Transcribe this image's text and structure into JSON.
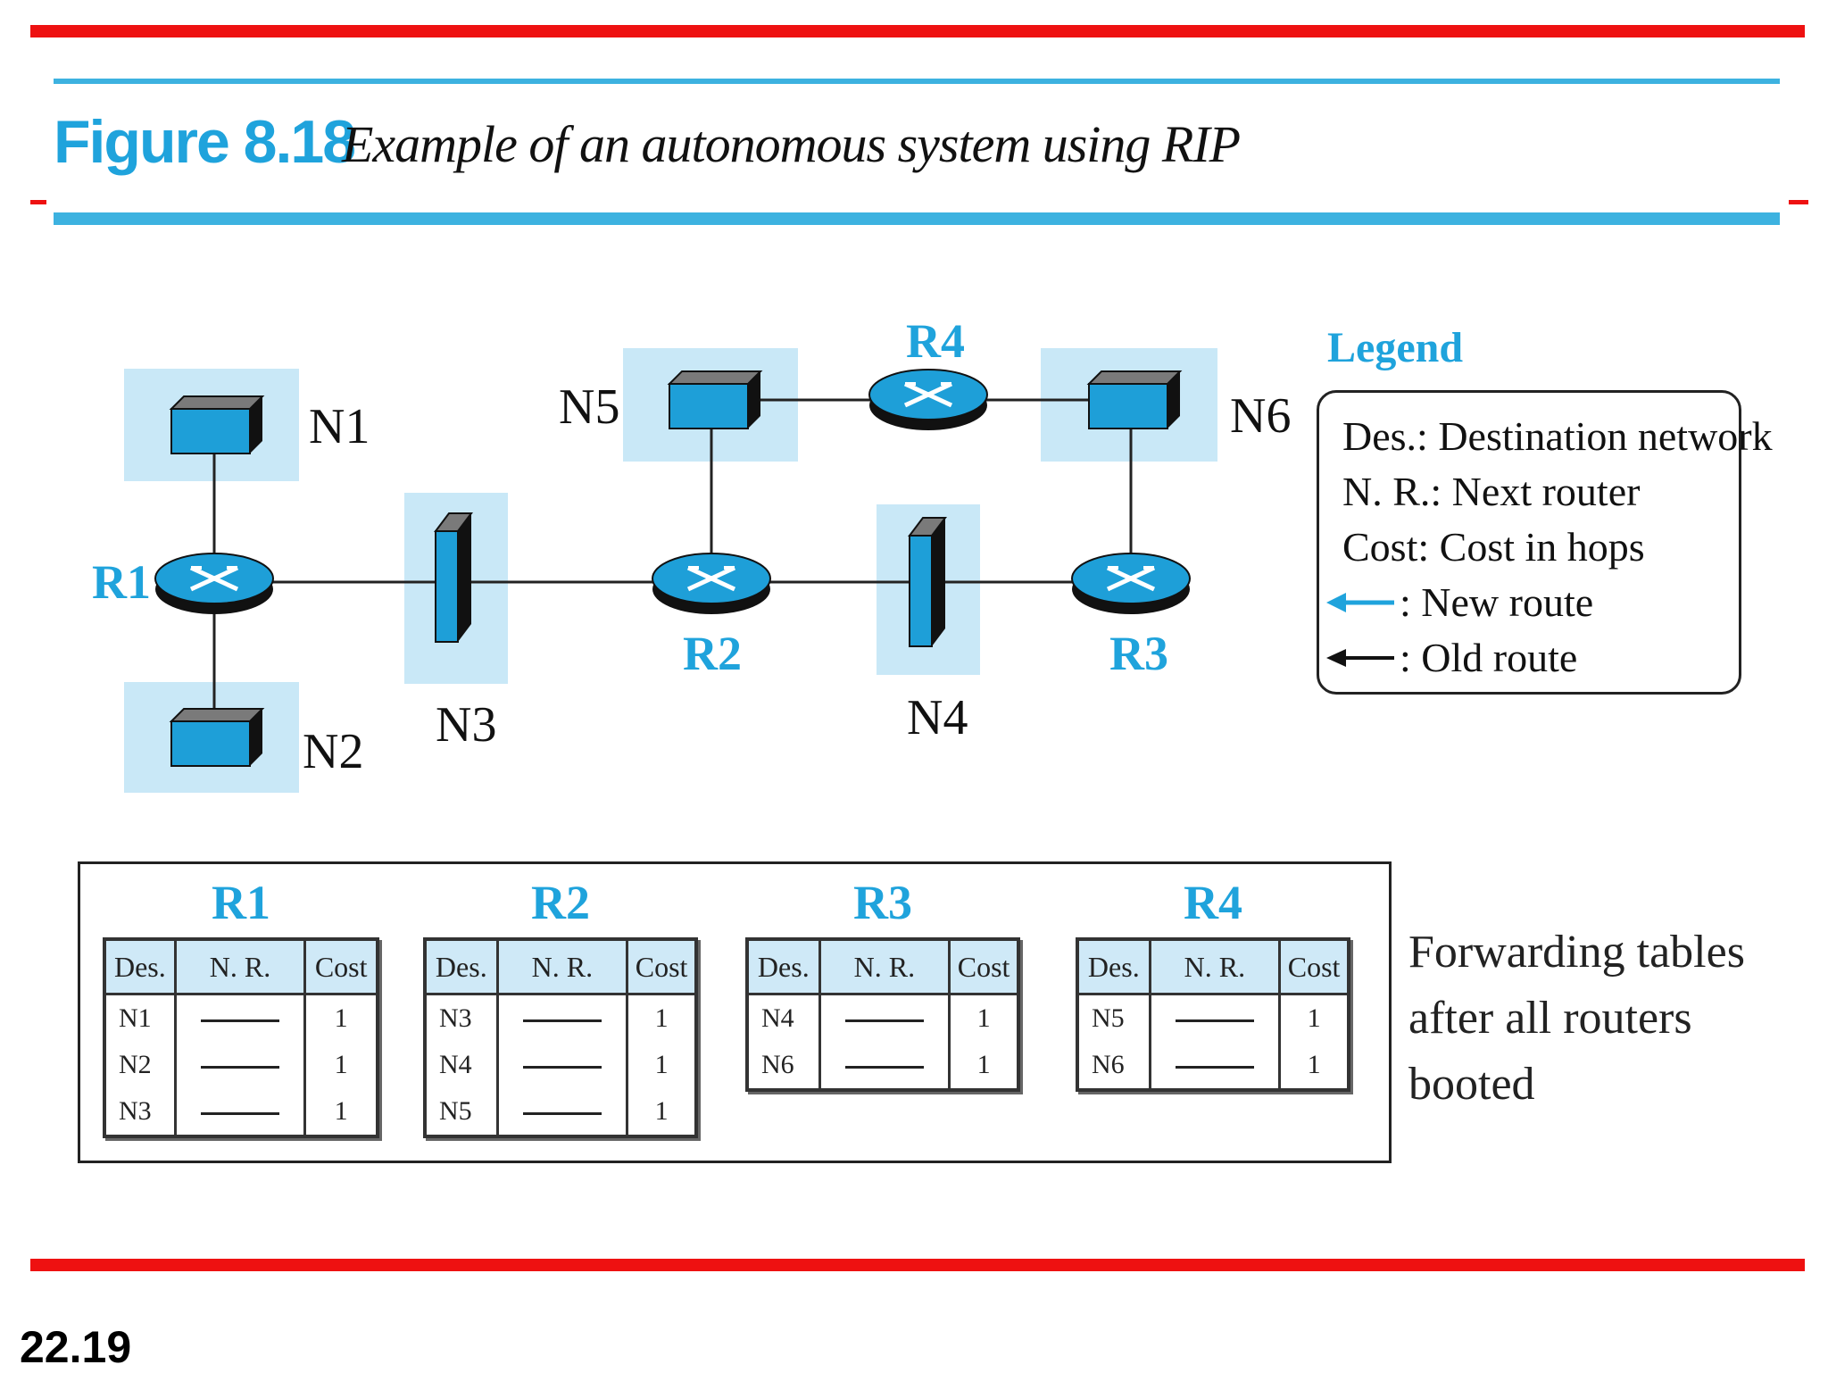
{
  "figure": {
    "number": "Figure 8.18",
    "caption": "Example of an autonomous system using RIP"
  },
  "network": {
    "routers": [
      "R1",
      "R2",
      "R3",
      "R4"
    ],
    "networks": [
      "N1",
      "N2",
      "N3",
      "N4",
      "N5",
      "N6"
    ]
  },
  "legend": {
    "title": "Legend",
    "items": [
      "Des.: Destination network",
      "N. R.: Next router",
      "Cost: Cost in hops",
      ": New route",
      ": Old route"
    ]
  },
  "tables": {
    "headers": [
      "Des.",
      "N. R.",
      "Cost"
    ],
    "routers": [
      {
        "name": "R1",
        "rows": [
          {
            "des": "N1",
            "cost": "1"
          },
          {
            "des": "N2",
            "cost": "1"
          },
          {
            "des": "N3",
            "cost": "1"
          }
        ]
      },
      {
        "name": "R2",
        "rows": [
          {
            "des": "N3",
            "cost": "1"
          },
          {
            "des": "N4",
            "cost": "1"
          },
          {
            "des": "N5",
            "cost": "1"
          }
        ]
      },
      {
        "name": "R3",
        "rows": [
          {
            "des": "N4",
            "cost": "1"
          },
          {
            "des": "N6",
            "cost": "1"
          }
        ]
      },
      {
        "name": "R4",
        "rows": [
          {
            "des": "N5",
            "cost": "1"
          },
          {
            "des": "N6",
            "cost": "1"
          }
        ]
      }
    ],
    "note_lines": [
      "Forwarding tables",
      "after all routers",
      "booted"
    ]
  },
  "page_number": "22.19",
  "colors": {
    "accent_blue": "#1fa3dc",
    "rule_red": "#ee1111",
    "rule_blue": "#3db2e0",
    "node_fill": "#1e9fd8",
    "highlight": "#c9e8f7"
  }
}
